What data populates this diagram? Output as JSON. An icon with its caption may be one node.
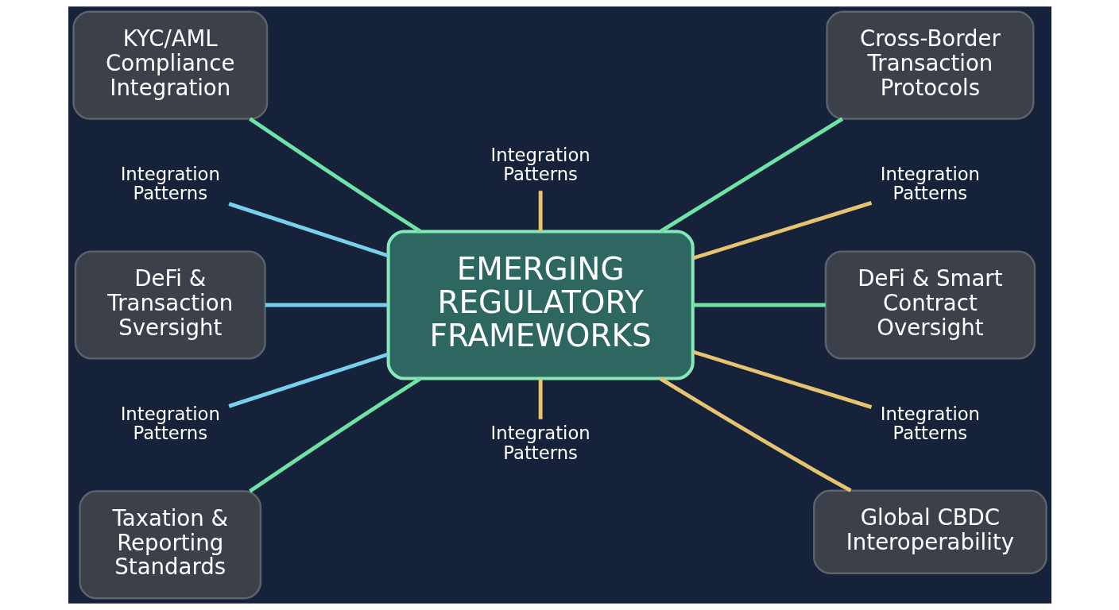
{
  "diagram": {
    "nodes": [
      {
        "text": [
          "KYC/AML Compliance Integration"
        ]
      },
      {
        "text": [
          "Integration Patterns"
        ]
      },
      {
        "text": [
          "Cross-Border Transaction Protocols"
        ]
      },
      {
        "text": [
          "Integration Patterns"
        ]
      },
      {
        "text": [
          "Integration Patterns"
        ]
      },
      {
        "text": [
          "DeFi & Transaction Sversight"
        ]
      },
      {
        "text": [
          "EMERGING REGULATORY FRAMEWORKS"
        ]
      },
      {
        "text": [
          "DeFi & Smart Contract Oversight"
        ]
      },
      {
        "text": [
          "Integration Patterns"
        ]
      },
      {
        "text": [
          "Integration Patterns"
        ]
      },
      {
        "text": [
          "Taxation & Reporting Standards"
        ]
      },
      {
        "text": [
          "Integration Patterns"
        ]
      },
      {
        "text": [
          "Global CBDC Interoperability"
        ]
      }
    ],
    "edges": [
      {
        "from": 0,
        "to": 6,
        "arrow": "none",
        "color": "#6fe3a5"
      },
      {
        "from": 1,
        "to": 6,
        "arrow": "none"
      },
      {
        "from": 6,
        "to": 2,
        "arrow": "none",
        "color": "#6fe3a5"
      },
      {
        "from": 3,
        "to": 6,
        "arrow": "none",
        "color": "#79d0ee"
      },
      {
        "from": 6,
        "to": 4,
        "arrow": "none"
      },
      {
        "from": 5,
        "to": 6,
        "arrow": "none",
        "color": "#79d0ee"
      },
      {
        "from": 6,
        "to": 7,
        "arrow": "none",
        "color": "#6fe3a5"
      },
      {
        "from": 8,
        "to": 6,
        "arrow": "none",
        "color": "#79d0ee"
      },
      {
        "from": 6,
        "to": 9,
        "arrow": "none"
      },
      {
        "from": 10,
        "to": 6,
        "arrow": "none",
        "color": "#6fe3a5"
      },
      {
        "from": 6,
        "to": 11,
        "arrow": "none"
      },
      {
        "from": 6,
        "to": 12,
        "arrow": "none"
      }
    ]
  }
}
